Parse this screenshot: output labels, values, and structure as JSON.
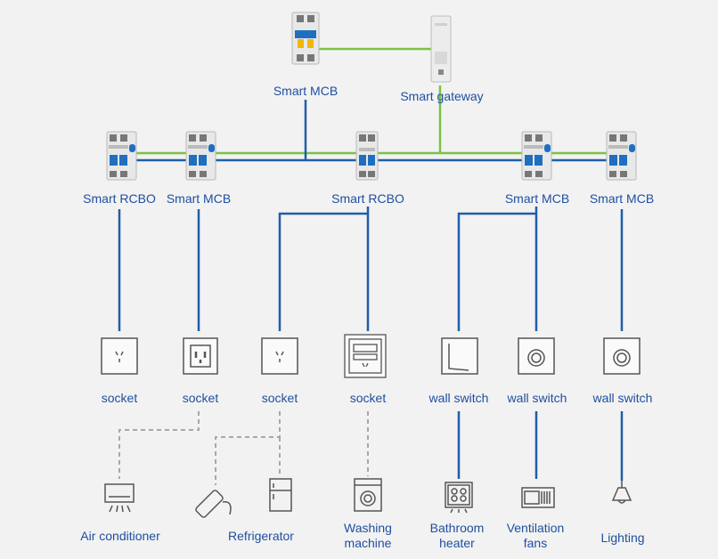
{
  "top": {
    "mcb_label": "Smart MCB",
    "gateway_label": "Smart gateway"
  },
  "breakers": [
    {
      "label": "Smart RCBO"
    },
    {
      "label": "Smart MCB"
    },
    {
      "label": "Smart RCBO"
    },
    {
      "label": "Smart MCB"
    },
    {
      "label": "Smart MCB"
    }
  ],
  "outlets": [
    {
      "label": "socket",
      "icon": "socket-icon"
    },
    {
      "label": "socket",
      "icon": "three-pin-socket-icon"
    },
    {
      "label": "socket",
      "icon": "socket-icon"
    },
    {
      "label": "socket",
      "icon": "multi-socket-icon"
    },
    {
      "label": "wall switch",
      "icon": "rocker-switch-icon"
    },
    {
      "label": "wall switch",
      "icon": "dimmer-switch-icon"
    },
    {
      "label": "wall switch",
      "icon": "dimmer-switch-icon"
    }
  ],
  "appliances": [
    {
      "label": "Air conditioner",
      "icon": "air-conditioner-icon"
    },
    {
      "label": "Refrigerator",
      "icon": "refrigerator-icon"
    },
    {
      "label": "Washing",
      "label2": "machine",
      "icon": "washing-machine-icon"
    },
    {
      "label": "Bathroom",
      "label2": "heater",
      "icon": "bathroom-heater-icon"
    },
    {
      "label": "Ventilation",
      "label2": "fans",
      "icon": "ventilation-fan-icon"
    },
    {
      "label": "Lighting",
      "icon": "lighting-icon"
    }
  ],
  "colors": {
    "power_line": "#1f5ea8",
    "comm_line": "#7cc242",
    "dashed_line": "#a8a8a8",
    "label_text": "#1f4fa0",
    "icon_stroke": "#555555"
  }
}
